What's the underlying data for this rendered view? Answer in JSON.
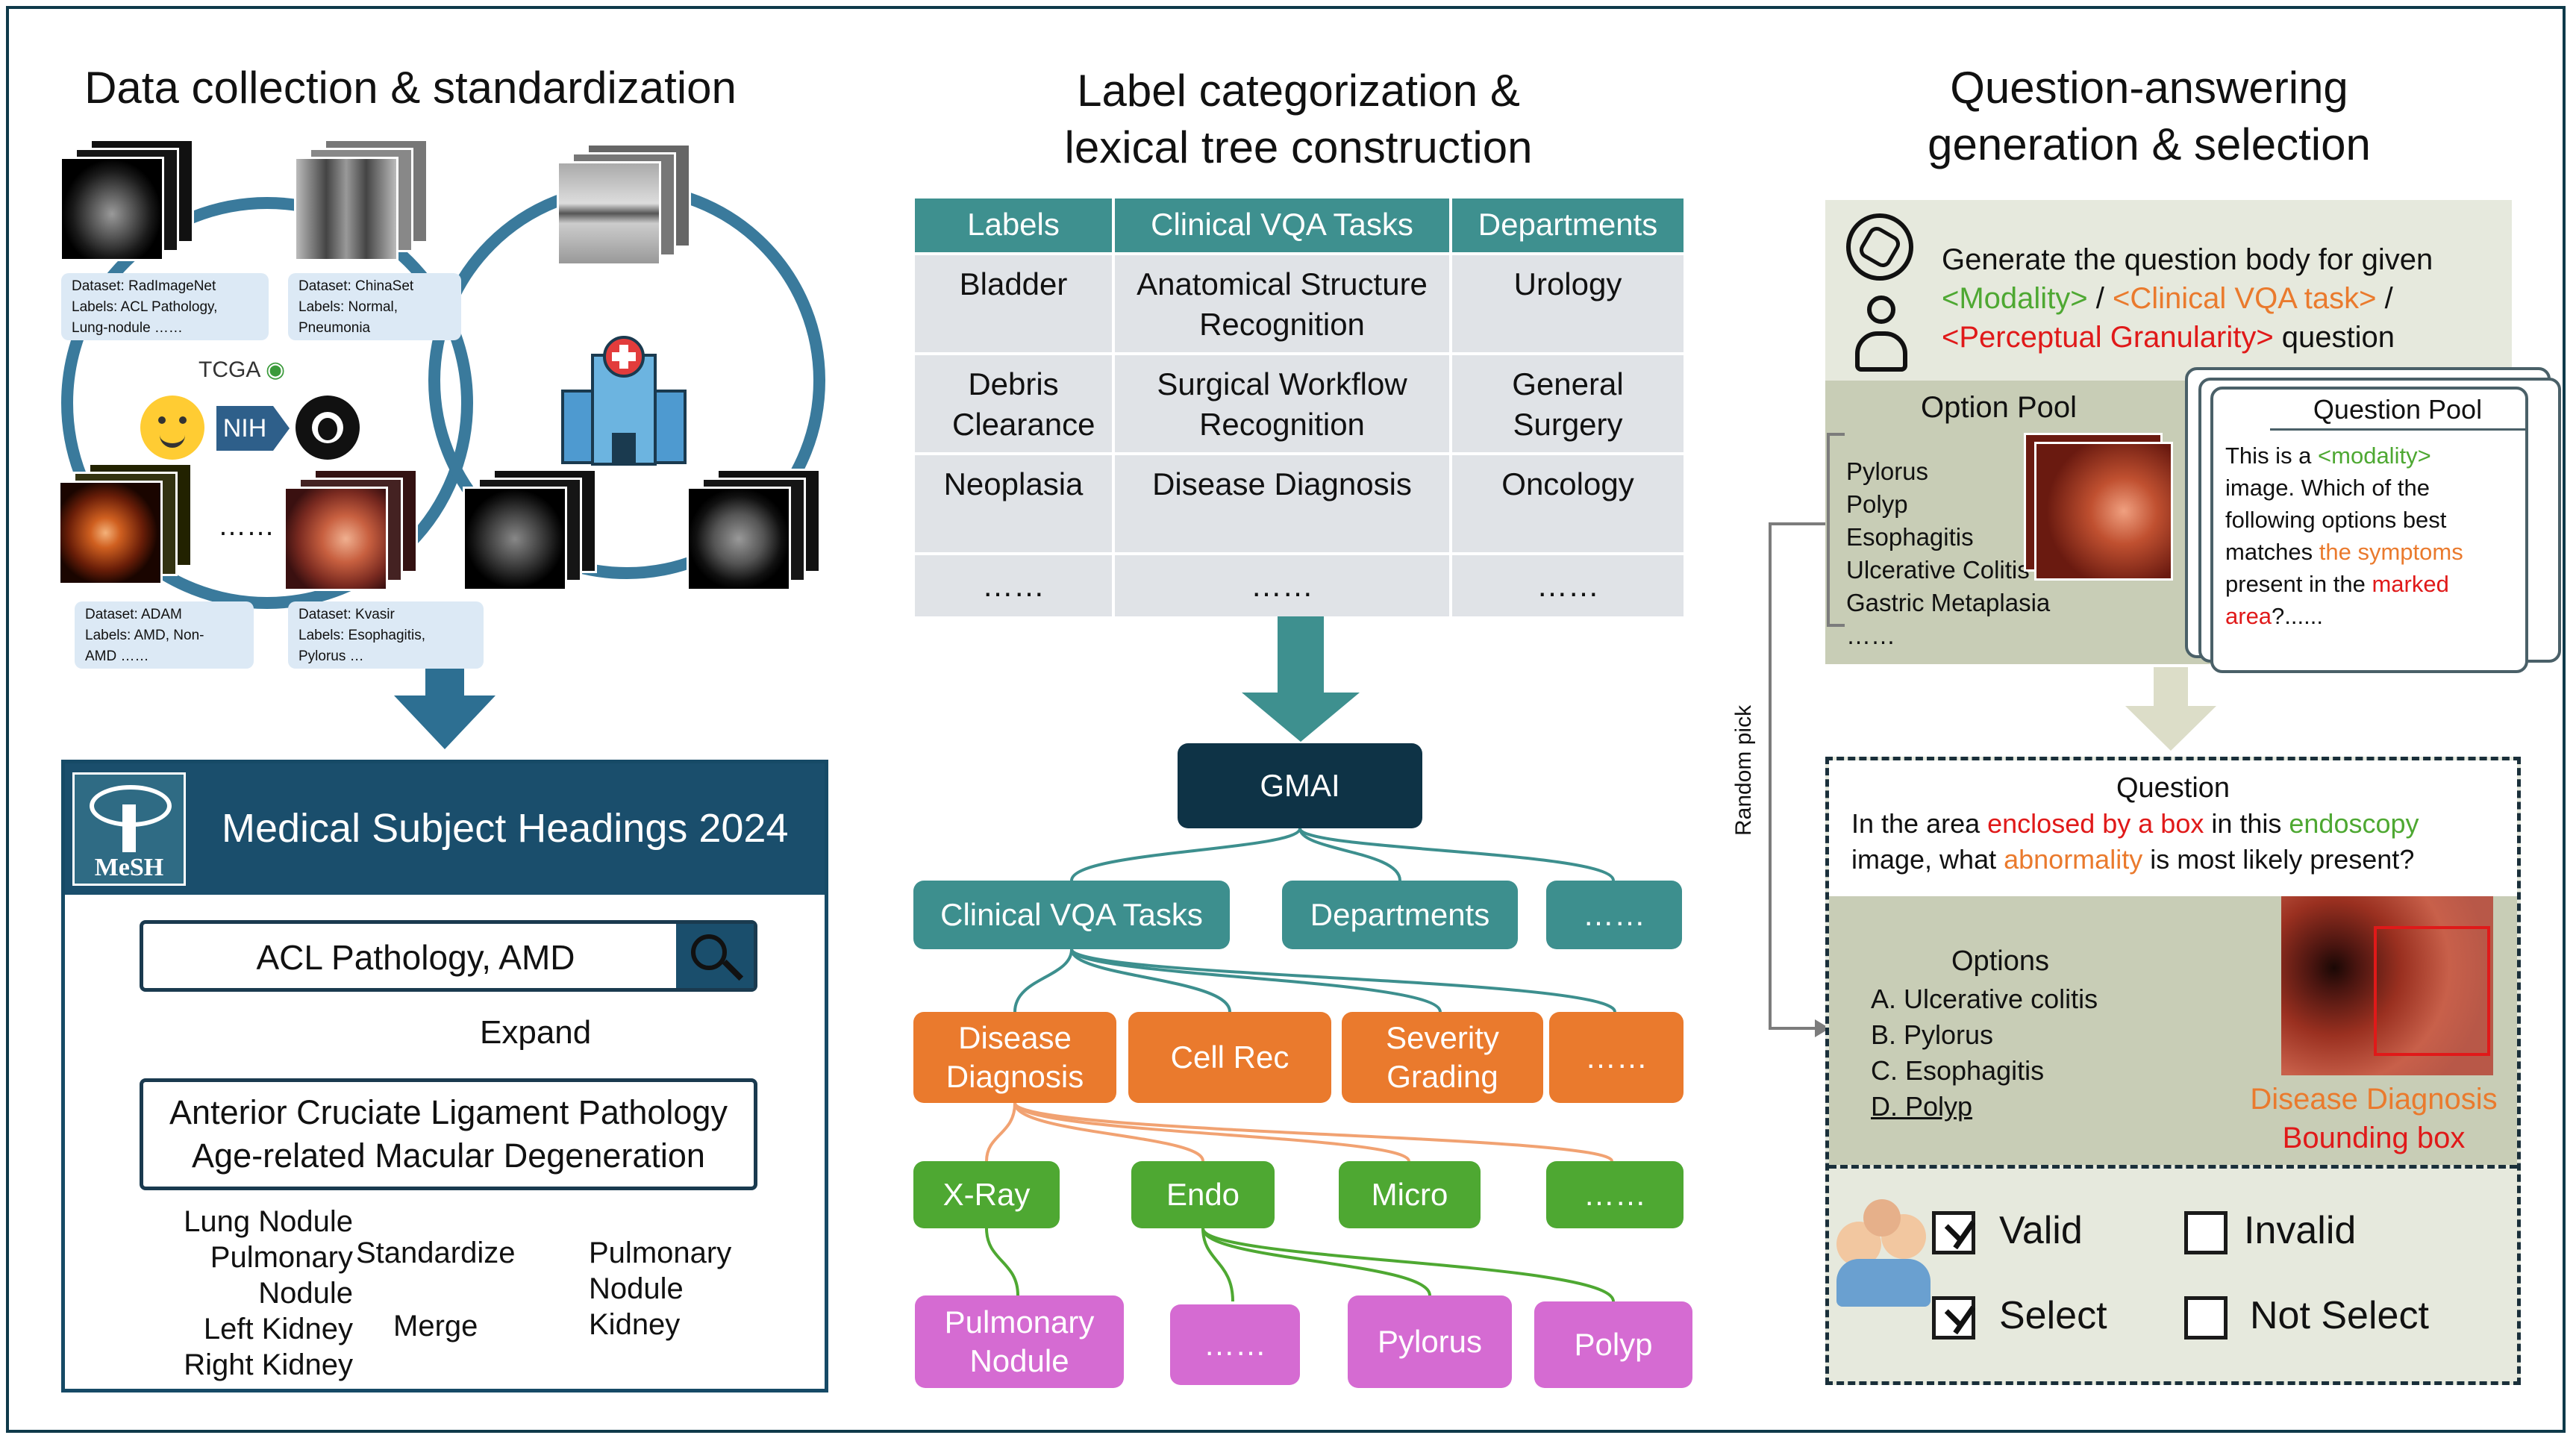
{
  "panel1": {
    "title": "Data collection & standardization",
    "datasets": [
      {
        "name": "Dataset: RadImageNet",
        "labels": "Labels: ACL Pathology,",
        "more": "Lung-nodule ……"
      },
      {
        "name": "Dataset: ChinaSet",
        "labels": "Labels: Normal,",
        "more": "Pneumonia"
      },
      {
        "name": "Dataset: ADAM",
        "labels": "Labels: AMD, Non-",
        "more": "AMD ……"
      },
      {
        "name": "Dataset: Kvasir",
        "labels": "Labels: Esophagitis,",
        "more": "Pylorus …"
      }
    ],
    "sources": {
      "tcga": "TCGA",
      "nih": "NIH",
      "ellipsis": "……"
    },
    "mesh": {
      "title": "Medical Subject Headings 2024",
      "logo_text": "MeSH",
      "search_value": "ACL Pathology, AMD",
      "expand_label": "Expand",
      "expanded_lines": [
        "Anterior Cruciate Ligament Pathology",
        "Age-related Macular Degeneration"
      ],
      "left_terms": [
        "Lung Nodule",
        "Pulmonary",
        "Nodule",
        "Left Kidney",
        "Right Kidney"
      ],
      "standardize_label": "Standardize",
      "merge_label": "Merge",
      "result_terms": [
        "Pulmonary",
        "Nodule",
        "Kidney"
      ]
    }
  },
  "panel2": {
    "title_line1": "Label categorization &",
    "title_line2": "lexical tree construction",
    "table": {
      "headers": [
        "Labels",
        "Clinical VQA Tasks",
        "Departments"
      ],
      "rows": [
        [
          "Bladder",
          "Anatomical Structure Recognition",
          "Urology"
        ],
        [
          "Debris Clearance",
          "Surgical Workflow Recognition",
          "General Surgery"
        ],
        [
          "Neoplasia",
          "Disease Diagnosis",
          "Oncology"
        ],
        [
          "……",
          "……",
          "……"
        ]
      ]
    },
    "tree": {
      "root": "GMAI",
      "level1": [
        "Clinical VQA Tasks",
        "Departments",
        "……"
      ],
      "level2": [
        "Disease Diagnosis",
        "Cell Rec",
        "Severity Grading",
        "……"
      ],
      "level3": [
        "X-Ray",
        "Endo",
        "Micro",
        "……"
      ],
      "level4": [
        "Pulmonary Nodule",
        "……",
        "Pylorus",
        "Polyp"
      ]
    },
    "colors": {
      "teal": "#3d8f8e",
      "orange": "#ea7a2d",
      "green": "#4ea832",
      "pink": "#d56bd2",
      "navy": "#0e3346"
    }
  },
  "panel3": {
    "title_line1": "Question-answering",
    "title_line2": "generation & selection",
    "prompt": {
      "line1": "Generate the question body for given",
      "modality": "<Modality>",
      "sep1": " / ",
      "task": "<Clinical VQA task>",
      "sep2": " /",
      "granularity": "<Perceptual Granularity>",
      "tail": " question"
    },
    "option_pool": {
      "title": "Option Pool",
      "items": [
        "Pylorus",
        "Polyp",
        "Esophagitis",
        "Ulcerative Colitis",
        "Gastric Metaplasia",
        "……"
      ]
    },
    "question_pool": {
      "title": "Question Pool",
      "t1": "This is a ",
      "modality": "<modality>",
      "t2": "image. Which of the",
      "t3": "following options best",
      "t4": "matches ",
      "symptoms": "the symptoms",
      "t5": "present in the ",
      "marked": "marked",
      "area": "area",
      "t6": "?......"
    },
    "random_pick": "Random pick",
    "question": {
      "title": "Question",
      "p1": "In the area ",
      "enclosed": "enclosed by a box",
      "p2": " in this ",
      "endoscopy": "endoscopy",
      "p3": "image, what ",
      "abnormality": "abnormality",
      "p4": " is most likely present?",
      "options_title": "Options",
      "options": [
        "A. Ulcerative colitis",
        "B. Pylorus",
        "C. Esophagitis",
        "D. Polyp"
      ],
      "task_label": "Disease Diagnosis",
      "granularity_label": "Bounding box"
    },
    "review": {
      "valid": "Valid",
      "invalid": "Invalid",
      "select": "Select",
      "not_select": "Not Select"
    }
  }
}
